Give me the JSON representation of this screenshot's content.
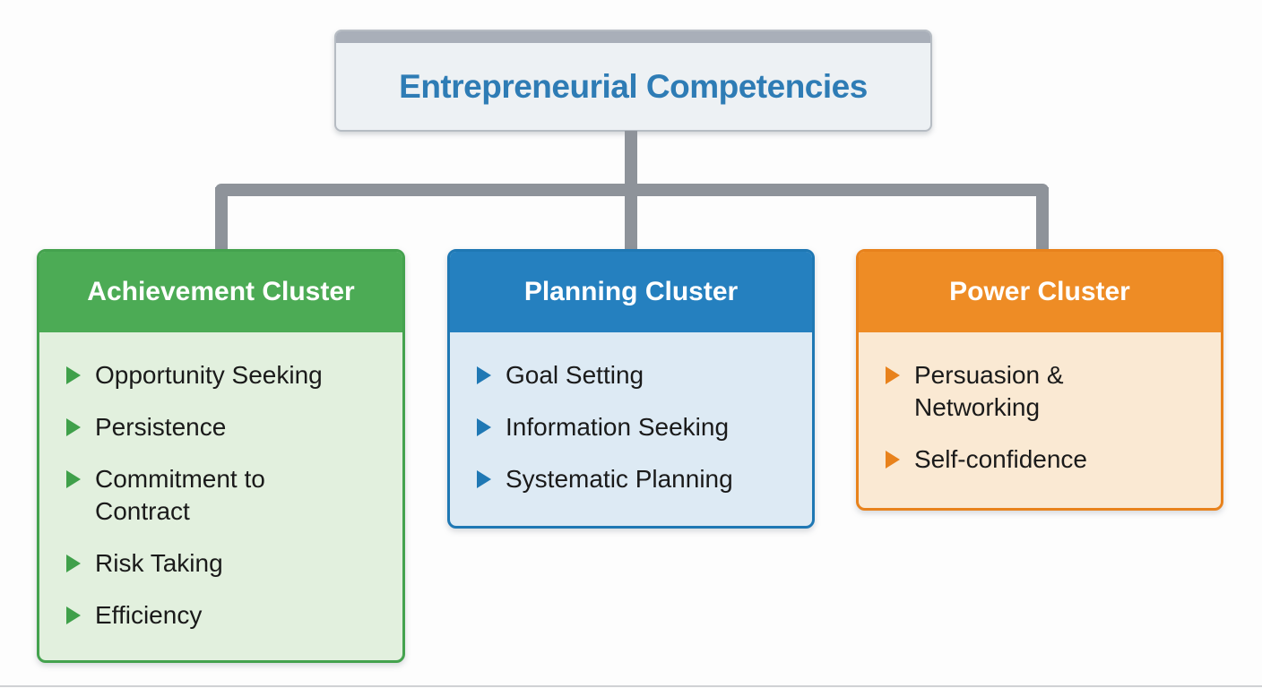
{
  "page": {
    "background_color": "#fdfdfd"
  },
  "root_box": {
    "title": "Entrepreneurial Competencies",
    "title_color": "#2e7cb5",
    "top_bar_color": "#a9afb9",
    "body_color": "#edf1f4",
    "border_color": "#b6bcc3"
  },
  "connector": {
    "color": "#8e939a"
  },
  "clusters": [
    {
      "title": "Achievement Cluster",
      "header_color": "#4cab55",
      "body_color": "#e2f0de",
      "border_color": "#44a24e",
      "bullet_color": "#3fa04a",
      "items": [
        "Opportunity Seeking",
        "Persistence",
        "Commitment to Contract",
        "Risk Taking",
        "Efficiency"
      ]
    },
    {
      "title": "Planning Cluster",
      "header_color": "#2580bf",
      "body_color": "#ddeaf4",
      "border_color": "#1f78b4",
      "bullet_color": "#1f78b4",
      "items": [
        "Goal Setting",
        "Information Seeking",
        "Systematic Planning"
      ]
    },
    {
      "title": "Power Cluster",
      "header_color": "#ee8c25",
      "body_color": "#fae9d3",
      "border_color": "#e8821c",
      "bullet_color": "#e8821c",
      "items": [
        "Persuasion & Networking",
        "Self-confidence"
      ]
    }
  ],
  "item_text_color": "#1a1a1a"
}
